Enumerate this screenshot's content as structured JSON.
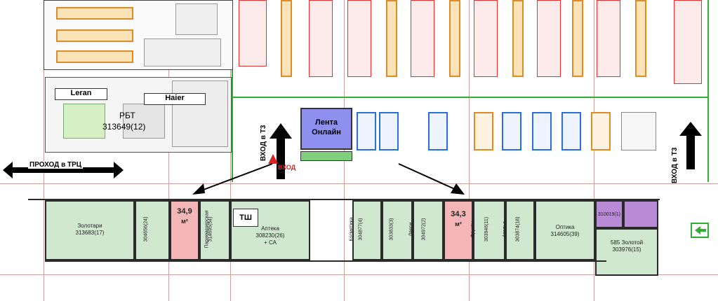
{
  "labels": {
    "leran": "Leran",
    "haier": "Haier",
    "rbt": "РБТ",
    "rbt_id": "313649(12)",
    "lenta_online": "Лента\nОнлайн",
    "entrance_t3_left": "ВХОД в Т3",
    "entrance_t3_right": "ВХОД в Т3",
    "passage": "ПРОХОД в ТРЦ",
    "exit_red": "ВХОД",
    "tsh": "ТШ"
  },
  "units": [
    {
      "name": "Золотари",
      "id": "313683(17)"
    },
    {
      "name": "",
      "id": "304656(24)"
    },
    {
      "name": "34,9",
      "unit": "м²"
    },
    {
      "name": "Парикмахерская",
      "id": "314695(54)"
    },
    {
      "name": "Аптека",
      "id": "308230(26)",
      "extra": "+ СА"
    },
    {
      "name": "Косметика",
      "id": "304877(4)"
    },
    {
      "name": "",
      "id": "303833(3)"
    },
    {
      "name": "Двери",
      "id": "304972(2)"
    },
    {
      "name": "34,3",
      "unit": "м²"
    },
    {
      "name": "Фрукты",
      "id": "303946(11)"
    },
    {
      "name": "Ателье",
      "id": "303874(18)"
    },
    {
      "name": "Оптика",
      "id": "314605(39)"
    },
    {
      "name": "",
      "id": "310019(1)"
    },
    {
      "name": "585 Золотой",
      "id": "303976(15)"
    }
  ],
  "colors": {
    "unit_green": "#cfe8cf",
    "unit_highlight": "#f4b6b6",
    "online_blue": "#8f8ff0",
    "shelf_orange": "#e08a2a",
    "wall_green": "#2fb02f"
  }
}
